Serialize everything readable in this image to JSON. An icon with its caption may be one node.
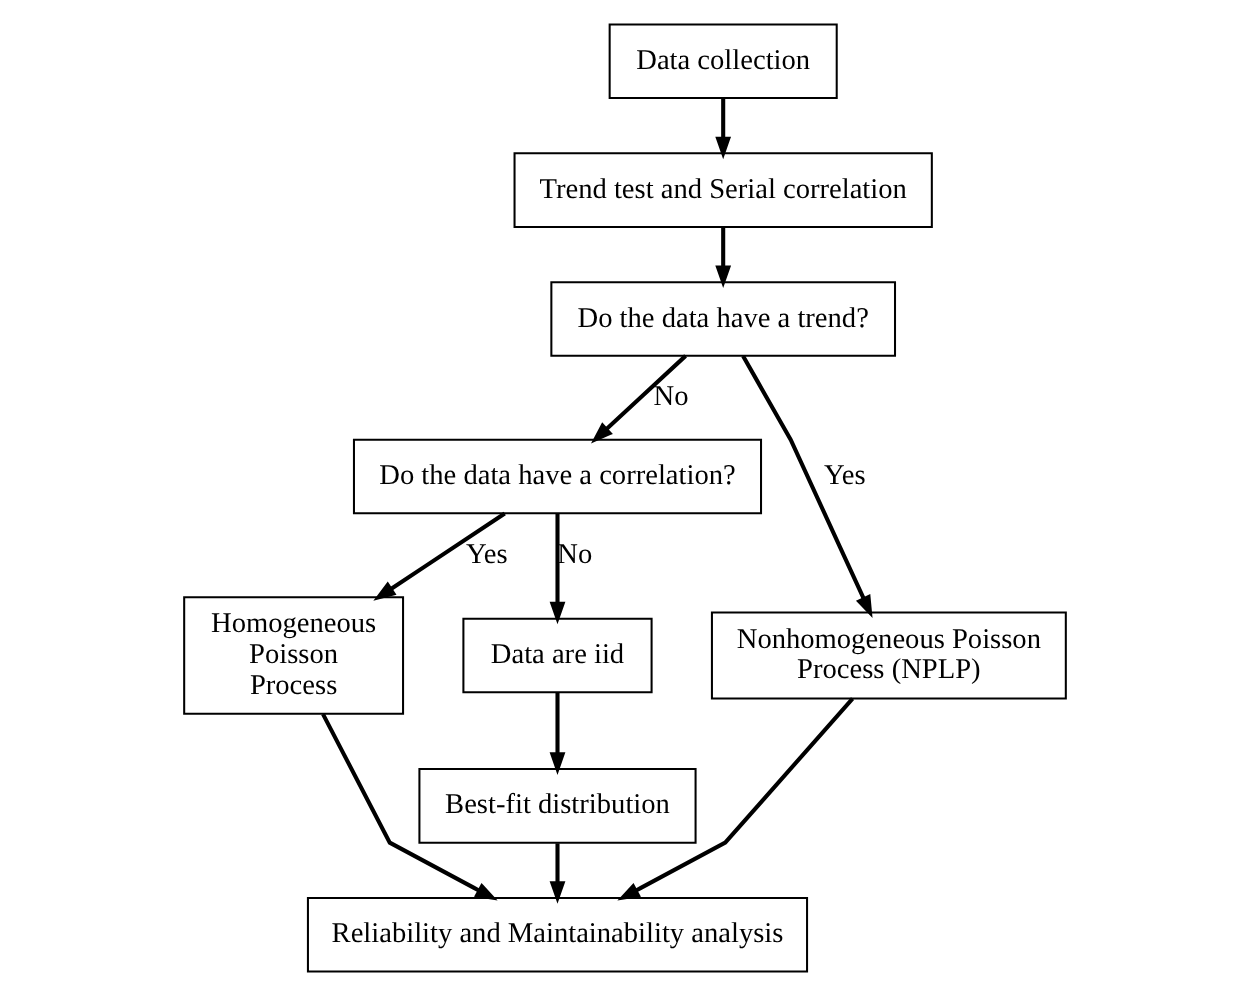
{
  "diagram": {
    "nodes": [
      {
        "text": [
          "Data collection"
        ]
      },
      {
        "text": [
          "Trend test and Serial correlation"
        ]
      },
      {
        "text": [
          "Do the data have a trend?"
        ]
      },
      {
        "text": [
          "Do the data have a correlation?"
        ]
      },
      {
        "text": [
          "Homogeneous Poisson Process"
        ]
      },
      {
        "text": [
          "Data are iid"
        ]
      },
      {
        "text": [
          "Nonhomogeneous Poisson Process (NPLP)"
        ]
      },
      {
        "text": [
          "Best-fit distribution"
        ]
      },
      {
        "text": [
          "Reliability and Maintainability analysis"
        ]
      }
    ],
    "edges": [
      {
        "from": 0,
        "to": 1,
        "arrow": "to"
      },
      {
        "from": 1,
        "to": 2,
        "arrow": "to"
      },
      {
        "from": 2,
        "to": 3,
        "arrow": "to",
        "label": "No"
      },
      {
        "from": 2,
        "to": 6,
        "arrow": "to",
        "label": "Yes"
      },
      {
        "from": 3,
        "to": 4,
        "arrow": "to",
        "label": "Yes"
      },
      {
        "from": 3,
        "to": 5,
        "arrow": "to",
        "label": "No"
      },
      {
        "from": 5,
        "to": 7,
        "arrow": "to"
      },
      {
        "from": 7,
        "to": 8,
        "arrow": "to"
      },
      {
        "from": 4,
        "to": 8,
        "arrow": "to"
      },
      {
        "from": 6,
        "to": 8,
        "arrow": "to"
      }
    ]
  }
}
